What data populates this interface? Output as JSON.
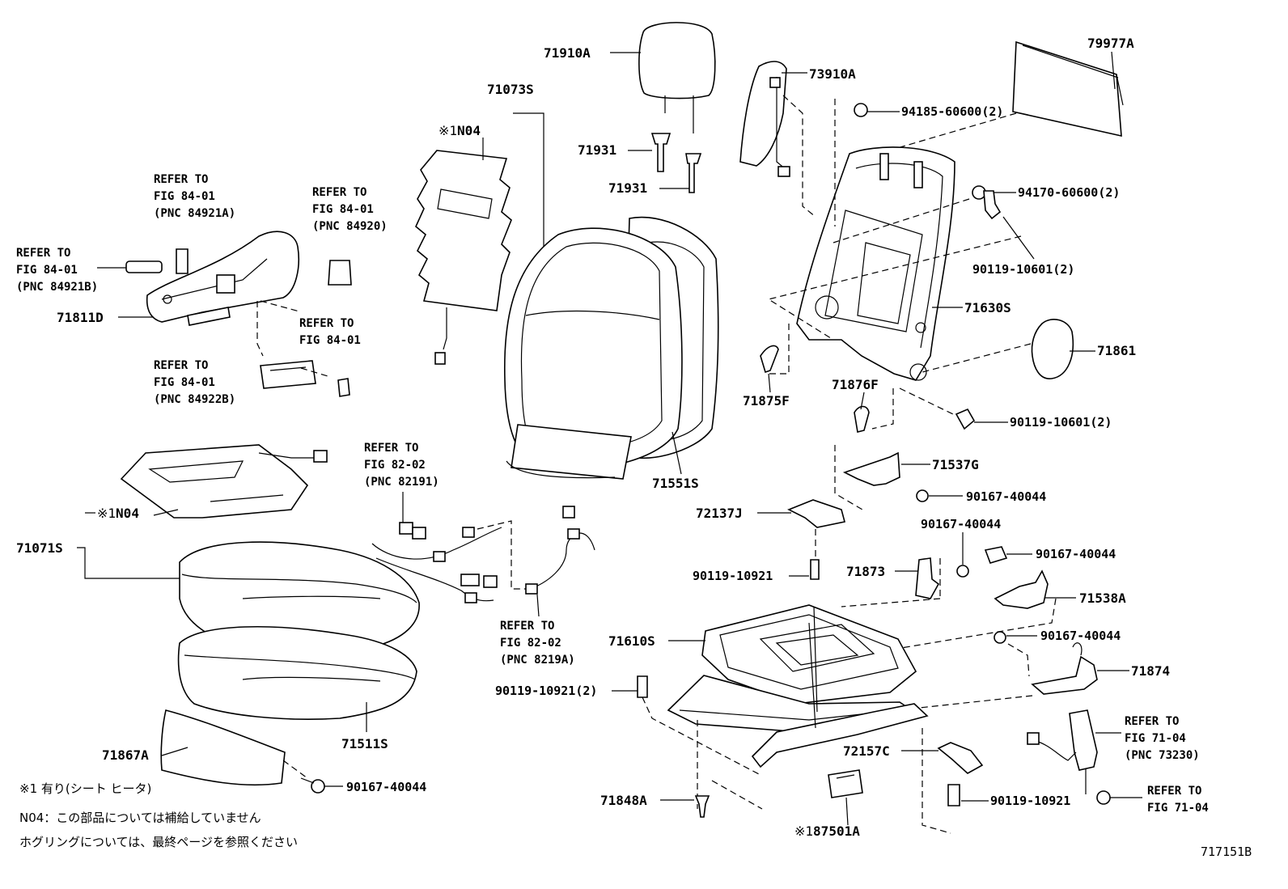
{
  "diagram_id": "717151B",
  "parts": {
    "p71910A": "71910A",
    "p71073S": "71073S",
    "p73910A": "73910A",
    "p79977A": "79977A",
    "p94185": "94185-60600(2)",
    "p94170": "94170-60600(2)",
    "p90119_10601a": "90119-10601(2)",
    "p71630S": "71630S",
    "p71861": "71861",
    "p90119_10601b": "90119-10601(2)",
    "p71931a": "71931",
    "p71931b": "71931",
    "p71811D": "71811D",
    "p71875F": "71875F",
    "p71876F": "71876F",
    "p71551S": "71551S",
    "p71537G": "71537G",
    "p90167_a": "90167-40044",
    "p72137J": "72137J",
    "p90167_b": "90167-40044",
    "p90167_c": "90167-40044",
    "p71873": "71873",
    "p71538A": "71538A",
    "p90119_10921a": "90119-10921",
    "p71610S": "71610S",
    "p90167_d": "90167-40044",
    "p71874": "71874",
    "p90119_10921b": "90119-10921(2)",
    "p71071S": "71071S",
    "p71511S": "71511S",
    "p71867A": "71867A",
    "p90167_e": "90167-40044",
    "p72157C": "72157C",
    "p71848A": "71848A",
    "p90119_10921c": "90119-10921",
    "p87501A": "87501A",
    "n04_top": "N04",
    "n04_bottom": "N04"
  },
  "marks": {
    "n04_top": "※1",
    "n04_bottom": "※1",
    "p87501A": "※1"
  },
  "refs": {
    "r_84921A": "REFER TO\nFIG 84-01\n(PNC 84921A)",
    "r_84920": "REFER TO\nFIG 84-01\n(PNC 84920)",
    "r_84921B": "REFER TO\nFIG 84-01\n(PNC 84921B)",
    "r_84_01": "REFER TO\nFIG 84-01",
    "r_84922B": "REFER TO\nFIG 84-01\n(PNC 84922B)",
    "r_82191": "REFER TO\nFIG 82-02\n(PNC 82191)",
    "r_8219A": "REFER TO\nFIG 82-02\n(PNC 8219A)",
    "r_73230": "REFER TO\nFIG 71-04\n(PNC 73230)",
    "r_71_04": "REFER TO\nFIG 71-04"
  },
  "notes": {
    "note1": "※1 有り(シート ヒータ)",
    "note2": "N04：この部品については補給していません",
    "note3": "ホグリングについては、最終ページを参照ください"
  }
}
